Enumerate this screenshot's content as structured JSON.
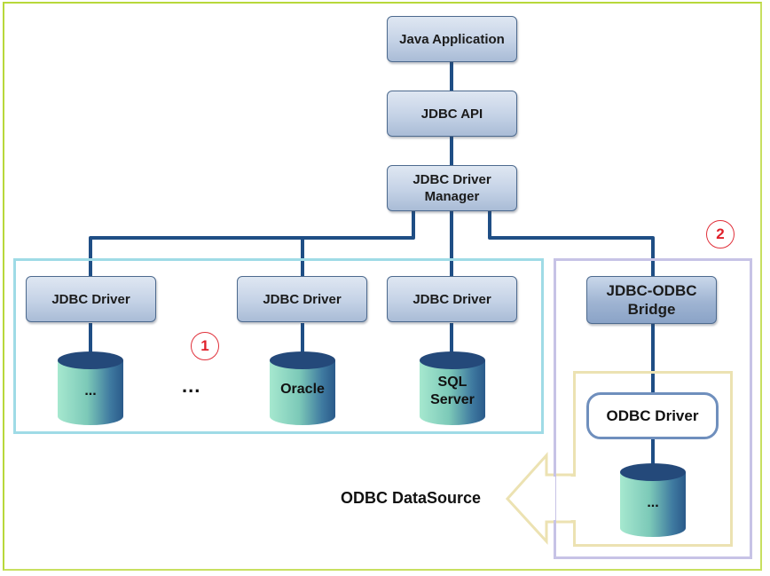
{
  "diagram": {
    "title": "JDBC Architecture",
    "colors": {
      "frame": "#b8d83a",
      "wire": "#1f4e85",
      "group_native": "#9fdbe6",
      "group_bridge": "#c7c3e6",
      "group_datasource": "#ece2b2",
      "marker": "#e0202a",
      "cylinder_body": "#7fd0bc",
      "cylinder_top": "#24497a"
    },
    "nodes": {
      "java_app": "Java Application",
      "jdbc_api": "JDBC API",
      "driver_manager_line1": "JDBC Driver",
      "driver_manager_line2": "Manager",
      "driver1": "JDBC Driver",
      "driver2": "JDBC Driver",
      "driver3": "JDBC Driver",
      "bridge_line1": "JDBC-ODBC",
      "bridge_line2": "Bridge",
      "odbc_driver": "ODBC Driver"
    },
    "databases": {
      "db1": "...",
      "db2": "Oracle",
      "db3_line1": "SQL",
      "db3_line2": "Server",
      "db_odbc": "..."
    },
    "between_drivers_ellipsis": "...",
    "markers": {
      "group1": "1",
      "group2": "2"
    },
    "datasource_label": "ODBC DataSource"
  }
}
